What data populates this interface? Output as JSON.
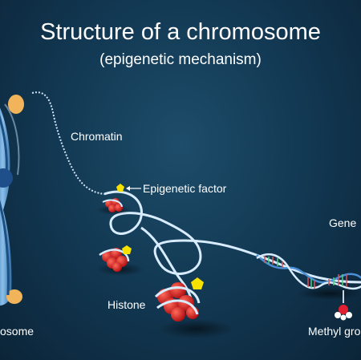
{
  "title": "Structure of a chromosome",
  "subtitle": "(epigenetic mechanism)",
  "labels": {
    "chromatin": "Chromatin",
    "epigenetic_factor": "Epigenetic factor",
    "gene": "Gene",
    "histone": "Histone",
    "chromosome": "osome",
    "methyl_group": "Methyl gro"
  },
  "colors": {
    "background": "#133a55",
    "chromosome": "#6fa8dc",
    "centromere": "#1f4f8a",
    "telomere": "#f2b45a",
    "histone": "#e02020",
    "epigenetic_factor": "#f7e100",
    "dna_strand": "#cfe3f5",
    "dna_base_pairs": "#e05050"
  }
}
